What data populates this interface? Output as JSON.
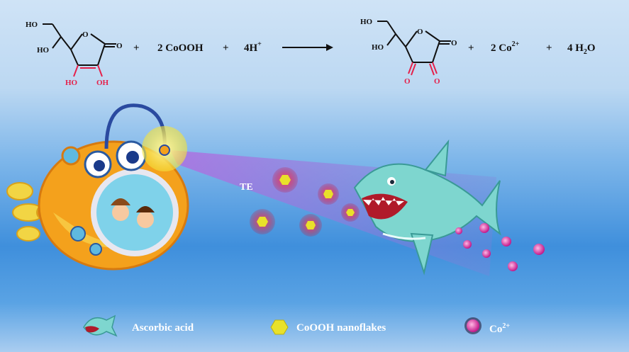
{
  "equation": {
    "plus": "+",
    "reactant2": "2 CoOOH",
    "reactant3": "4H",
    "reactant3_sup": "+",
    "product2": "2 Co",
    "product2_sup": "2+",
    "product3": "4 H",
    "product3_sub": "2",
    "product3_end": "O",
    "ho": "HO",
    "oh": "OH",
    "o": "O"
  },
  "scene": {
    "beam_label": "TE"
  },
  "legend": {
    "items": [
      {
        "label": "Ascorbic acid",
        "icon": "shark-icon"
      },
      {
        "label": "CoOOH nanoflakes",
        "icon": "hexagon-icon"
      },
      {
        "label": "Co",
        "sup": "2+",
        "icon": "sphere-icon"
      }
    ]
  },
  "colors": {
    "enediol_red": "#e5204a",
    "nanoflake_yellow": "#e9e12a",
    "ion_pink": "#e35aa8",
    "beam": "#a86ad8",
    "shark": "#7ed6cf"
  }
}
